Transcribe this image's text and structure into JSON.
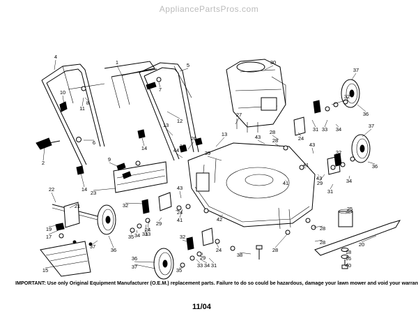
{
  "watermark": "AppliancePartsPros.com",
  "notice": {
    "label": "IMPORTANT:",
    "text": " Use only Original Equipment Manufacturer (O.E.M.) replacement parts.  Failure to do so could be hazardous, damage your lawn mower and void your warranty."
  },
  "date_code": "11/04",
  "callouts": [
    "1",
    "2",
    "4",
    "5",
    "6",
    "7",
    "8",
    "9",
    "10",
    "11",
    "12",
    "13",
    "13",
    "13",
    "14",
    "14",
    "15",
    "16",
    "17",
    "18",
    "19",
    "20",
    "21",
    "22",
    "23",
    "24",
    "24",
    "24",
    "24",
    "25",
    "26",
    "27",
    "28",
    "28",
    "28",
    "28",
    "28",
    "29",
    "29",
    "29",
    "30",
    "31",
    "31",
    "31",
    "31",
    "32",
    "32",
    "32",
    "32",
    "33",
    "33",
    "33",
    "34",
    "34",
    "34",
    "34",
    "35",
    "35",
    "36",
    "36",
    "36",
    "36",
    "37",
    "37",
    "37",
    "37",
    "38",
    "39",
    "40",
    "41",
    "41",
    "41",
    "42",
    "43",
    "43",
    "43",
    "43",
    "44"
  ]
}
